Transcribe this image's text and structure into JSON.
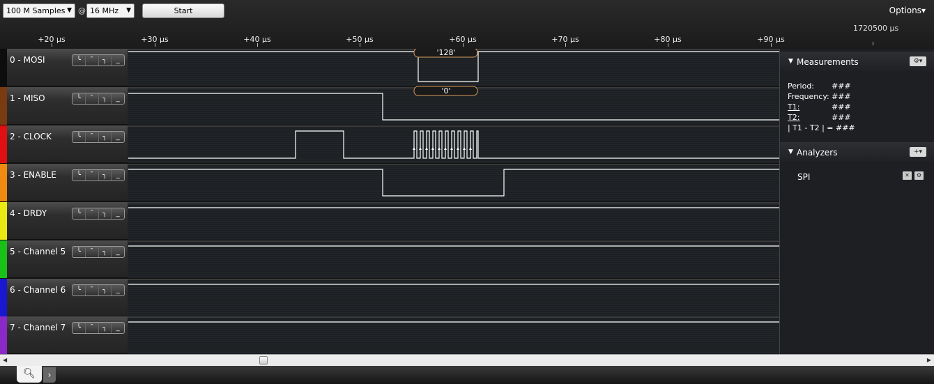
{
  "toolbar": {
    "samples_value": "100 M Samples",
    "at_label": "@",
    "rate_value": "16 MHz",
    "start_label": "Start",
    "options_label": "Options▾"
  },
  "timeline": {
    "ticks": [
      "+20 µs",
      "+30 µs",
      "+40 µs",
      "+50 µs",
      "+60 µs",
      "+70 µs",
      "+80 µs",
      "+90 µs"
    ],
    "absolute_time": "1720500 µs"
  },
  "channels": [
    {
      "name": "0 - MOSI",
      "color": "#0d0d0d"
    },
    {
      "name": "1 - MISO",
      "color": "#7a3b10"
    },
    {
      "name": "2 - CLOCK",
      "color": "#e01010"
    },
    {
      "name": "3 - ENABLE",
      "color": "#f08a10"
    },
    {
      "name": "4 - DRDY",
      "color": "#eaea10"
    },
    {
      "name": "5 - Channel 5",
      "color": "#18c018"
    },
    {
      "name": "6 - Channel 6",
      "color": "#1818d0"
    },
    {
      "name": "7 - Channel 7",
      "color": "#8a28c8"
    }
  ],
  "decoded": {
    "mosi_value": "'128'",
    "miso_value": "'0'"
  },
  "measurements": {
    "title": "Measurements",
    "rows": [
      {
        "label": "Period:",
        "value": "###"
      },
      {
        "label": "Frequency:",
        "value": "###"
      },
      {
        "label": "T1:",
        "value": "###"
      },
      {
        "label": "T2:",
        "value": "###"
      },
      {
        "label": "| T1 - T2 | =",
        "value": "###"
      }
    ]
  },
  "analyzers": {
    "title": "Analyzers",
    "items": [
      "SPI"
    ]
  },
  "icons": {
    "trigger_buttons": [
      "rising-edge-icon",
      "high-level-icon",
      "falling-edge-icon",
      "low-level-icon"
    ],
    "gear": "gear-icon",
    "add": "add-icon",
    "close": "close-icon",
    "search": "search-icon"
  }
}
